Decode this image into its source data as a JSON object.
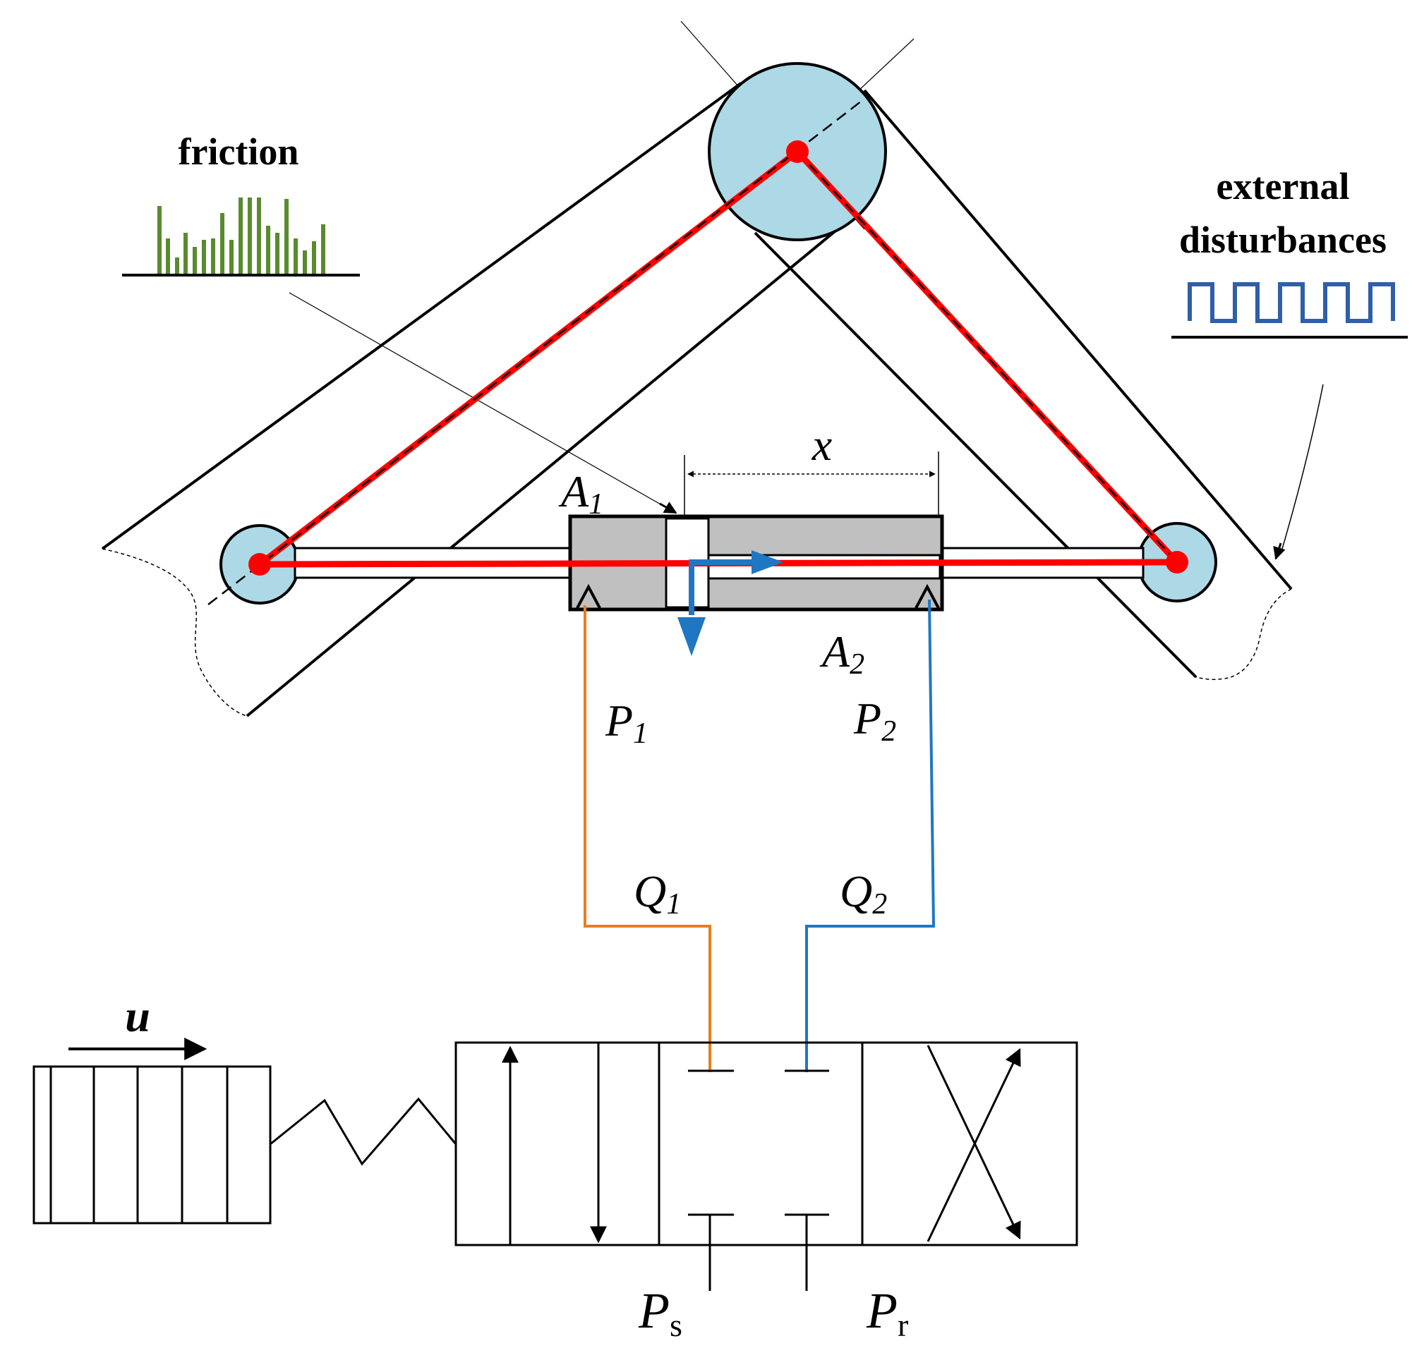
{
  "labels": {
    "friction": "friction",
    "external_line1": "external",
    "external_line2": "disturbances",
    "x": "x",
    "a1_base": "A",
    "a1_sub": "1",
    "a2_base": "A",
    "a2_sub": "2",
    "p1_base": "P",
    "p1_sub": "1",
    "p2_base": "P",
    "p2_sub": "2",
    "q1_base": "Q",
    "q1_sub": "1",
    "q2_base": "Q",
    "q2_sub": "2",
    "u": "u",
    "ps_base": "P",
    "ps_sub": "s",
    "pr_base": "P",
    "pr_sub": "r"
  },
  "colors": {
    "line": "#000000",
    "linkage": "#ff0000",
    "joint_fill": "#add8e6",
    "cylinder_fill": "#c0c0c0",
    "chamber1_line": "#e67e22",
    "chamber2_line": "#1f77c4",
    "flow_arrow": "#1f77c4",
    "friction_bars": "#5a8a2e",
    "disturbance_wave": "#2e5fa8"
  },
  "icons": {
    "friction": "friction-impulse-bars-icon",
    "disturbance": "square-wave-icon",
    "spring": "spring-icon",
    "solenoid": "solenoid-icon"
  }
}
